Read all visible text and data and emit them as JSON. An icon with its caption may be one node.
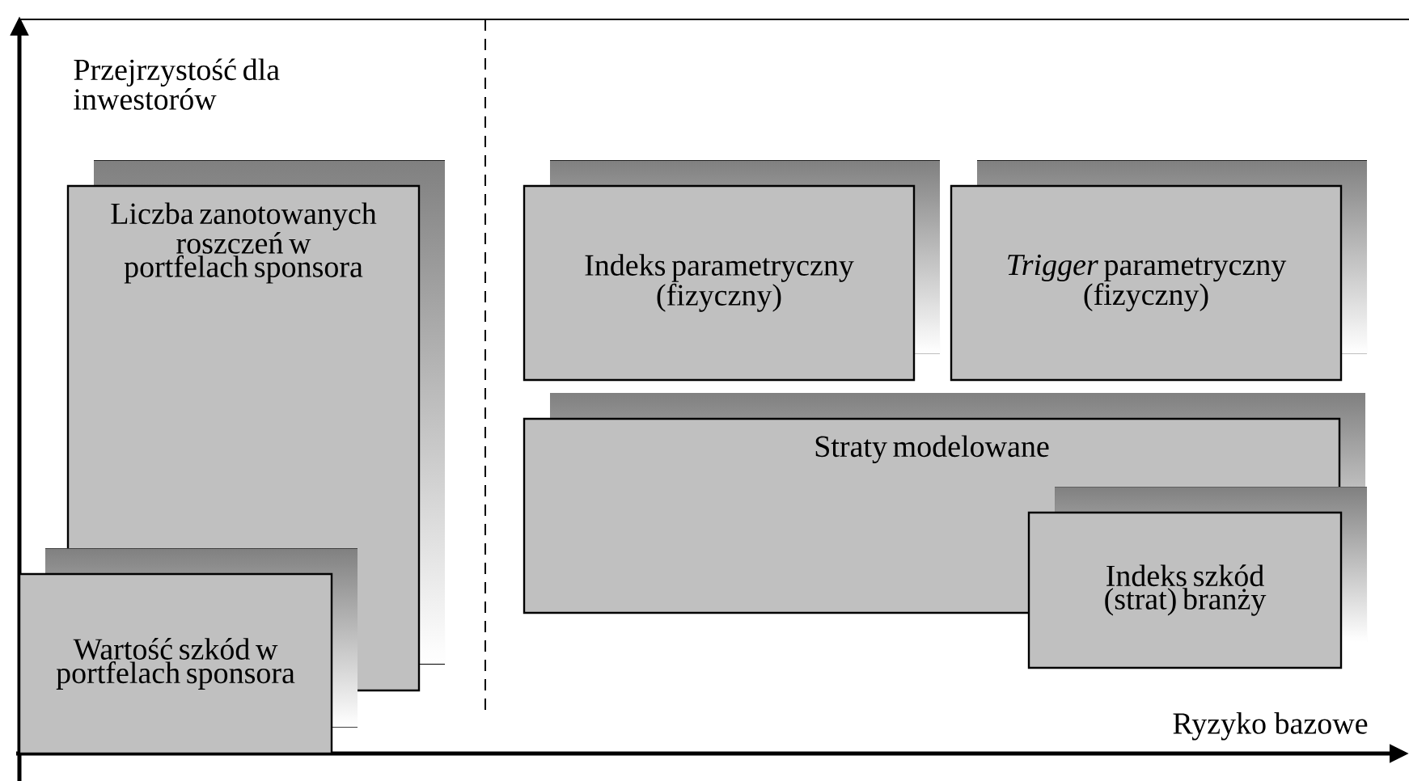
{
  "diagram": {
    "nodes": [
      {
        "text": [
          "Liczba zanotowanych roszczeń w portfelach sponsora"
        ]
      },
      {
        "text": [
          "Wartość szkód w portfelach sponsora"
        ]
      },
      {
        "text": [
          "Indeks parametryczny (fizyczny)"
        ]
      },
      {
        "text": [
          "*Trigger* parametryczny (fizyczny)"
        ]
      },
      {
        "text": [
          "Straty modelowane"
        ]
      },
      {
        "text": [
          "Indeks szkód (strat) branży"
        ]
      }
    ],
    "labels": [
      "Przejrzystość dla inwestorów",
      "Ryzyko bazowe"
    ]
  }
}
